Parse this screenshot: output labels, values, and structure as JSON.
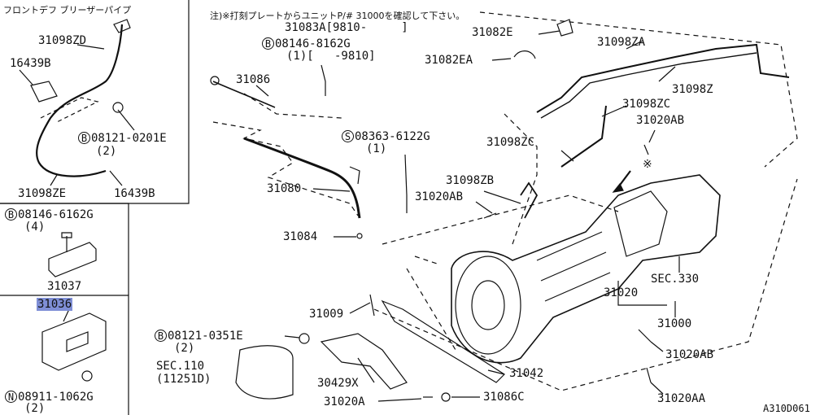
{
  "inset_title": "フロントデフ ブリーザーパイプ",
  "note": {
    "line1": "注)※打刻プレートからユニットP/# 31000を確認して下さい。",
    "line2": "31083A[9810-     ]"
  },
  "labels": {
    "p31098ZD": "31098ZD",
    "p16439B_a": "16439B",
    "p08121_0201E": "08121-0201E",
    "p08121_0201E_qty": "(2)",
    "p31098ZE": "31098ZE",
    "p16439B_b": "16439B",
    "p08146_6162G": "08146-6162G",
    "p08146_6162G_qty": "(4)",
    "p31037": "31037",
    "p31036": "31036",
    "p08911_1062G": "08911-1062G",
    "p08911_1062G_qty": "(2)",
    "p08146_8162G": "08146-8162G",
    "p08146_8162G_qty": "(1)[   -9810]",
    "p31086": "31086",
    "p31080": "31080",
    "p31084": "31084",
    "p08363_6122G": "08363-6122G",
    "p08363_6122G_qty": "(1)",
    "p31020AB_a": "31020AB",
    "p31082E": "31082E",
    "p31082EA": "31082EA",
    "p31098ZA": "31098ZA",
    "p31098Z": "31098Z",
    "p31098ZC_a": "31098ZC",
    "p31020AB_b": "31020AB",
    "p31098ZC_b": "31098ZC",
    "p31098ZB": "31098ZB",
    "asterisk": "※",
    "sec330": "SEC.330",
    "p31020": "31020",
    "p31000": "31000",
    "p31009": "31009",
    "p08121_0351E": "08121-0351E",
    "p08121_0351E_qty": "(2)",
    "sec110": "SEC.110",
    "sec110_sub": "(11251D)",
    "p30429X": "30429X",
    "p31042": "31042",
    "p31020A": "31020A",
    "p31086C": "31086C",
    "p31020AB_c": "31020AB",
    "p31020AA": "31020AA",
    "figure_code": "A310D061"
  },
  "prefixes": {
    "bolt": "B",
    "screw": "S",
    "nut": "N"
  },
  "highlight_color": "#7f8fd6"
}
